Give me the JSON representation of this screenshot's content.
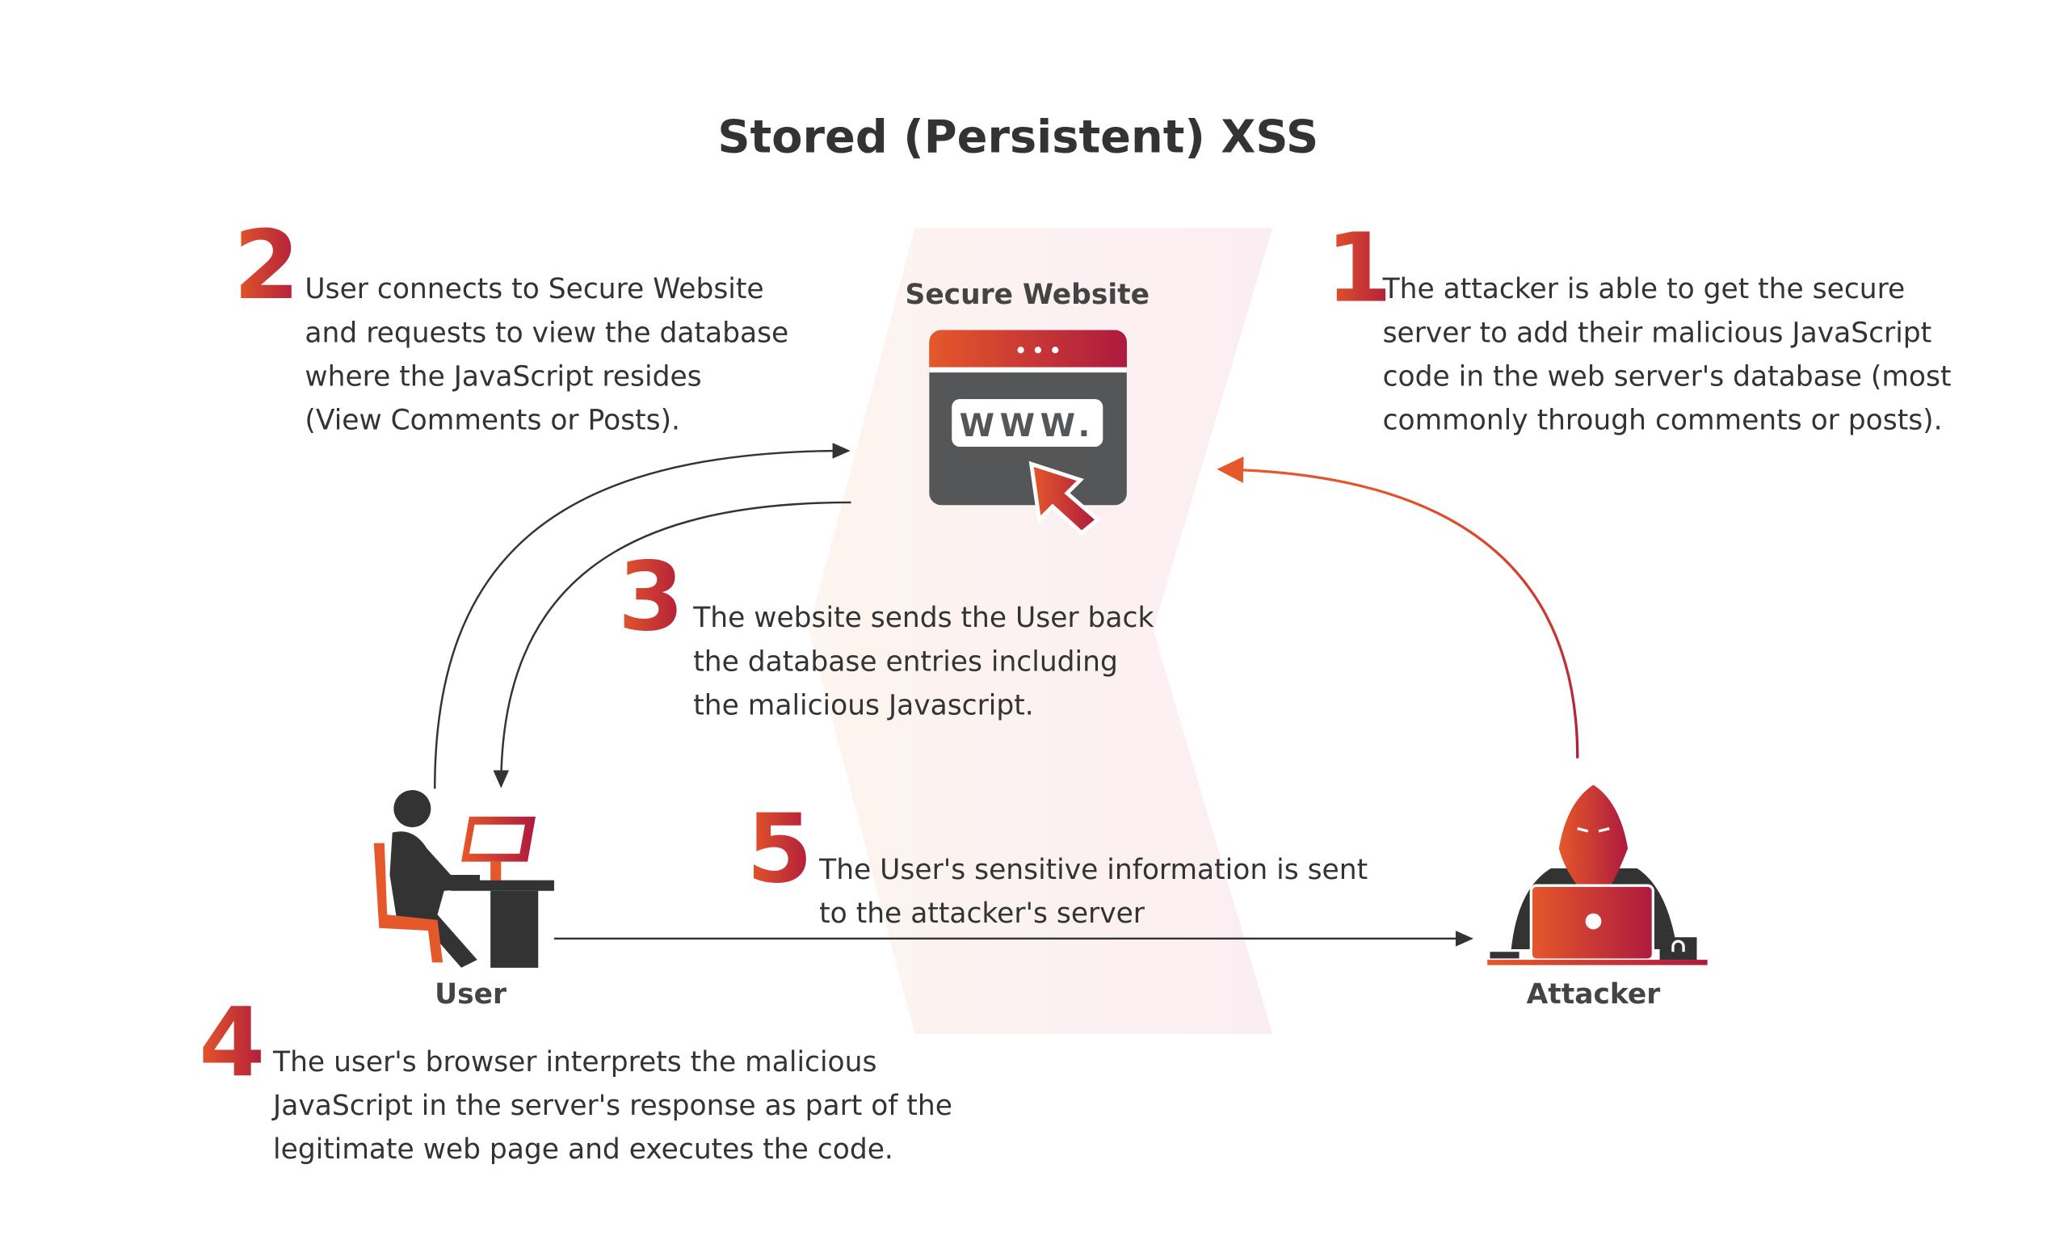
{
  "title": "Stored (Persistent) XSS",
  "nodes": {
    "website": "Secure Website",
    "website_url_text": "WWW.",
    "user": "User",
    "attacker": "Attacker"
  },
  "steps": [
    {
      "number": "1",
      "lines": [
        "The attacker is able to get the secure",
        "server to add their malicious JavaScript",
        "code in the web server's database (most",
        "commonly through comments or posts)."
      ]
    },
    {
      "number": "2",
      "lines": [
        "User connects to Secure Website",
        "and requests to view the database",
        "where the JavaScript resides",
        "(View Comments or Posts)."
      ]
    },
    {
      "number": "3",
      "lines": [
        "The website sends the User back",
        "the database entries including",
        "the malicious Javascript."
      ]
    },
    {
      "number": "4",
      "lines": [
        "The user's browser interprets the malicious",
        "JavaScript in the server's response as part of the",
        "legitimate web page and executes the code."
      ]
    },
    {
      "number": "5",
      "lines": [
        "The User's sensitive information is sent",
        "to the attacker's server"
      ]
    }
  ],
  "colors": {
    "accent_start": "#e5582a",
    "accent_end": "#b01c3c",
    "dark": "#555658"
  }
}
